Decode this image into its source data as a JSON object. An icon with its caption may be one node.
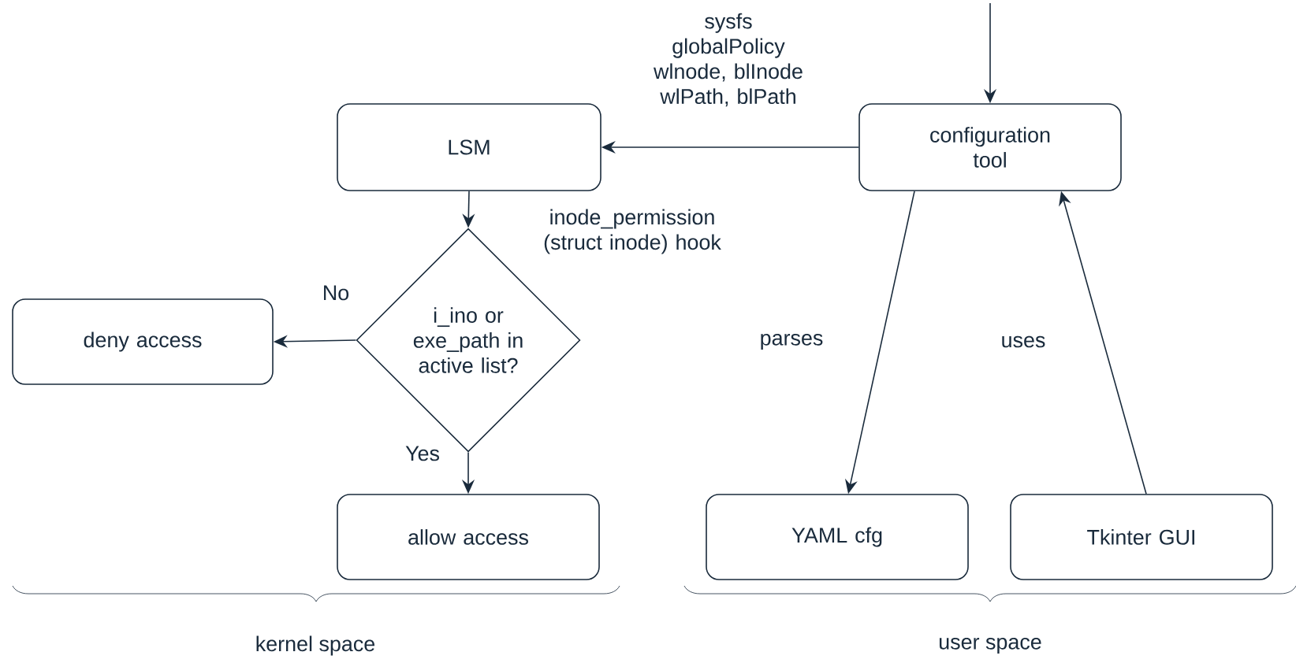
{
  "diagram": {
    "nodes": [
      {
        "text": [
          "LSM"
        ]
      },
      {
        "text": [
          "configuration tool"
        ]
      },
      {
        "text": [
          "i_ino or exe_path in active list?"
        ]
      },
      {
        "text": [
          "deny access"
        ]
      },
      {
        "text": [
          "allow access"
        ]
      },
      {
        "text": [
          "YAML cfg"
        ]
      },
      {
        "text": [
          "Tkinter GUI"
        ]
      }
    ],
    "edges": [
      {
        "from": null,
        "to": 1,
        "arrow": "to"
      },
      {
        "from": 1,
        "to": 0,
        "arrow": "to",
        "label": "sysfs globalPolicy wlnode, blInode wlPath, blPath"
      },
      {
        "from": 0,
        "to": 2,
        "arrow": "to",
        "label": "inode_permission (struct inode) hook"
      },
      {
        "from": 2,
        "to": 3,
        "arrow": "to",
        "label": "No"
      },
      {
        "from": 2,
        "to": 4,
        "arrow": "to",
        "label": "Yes"
      },
      {
        "from": 1,
        "to": 5,
        "arrow": "to",
        "label": "parses"
      },
      {
        "from": 6,
        "to": 1,
        "arrow": "to",
        "label": "uses"
      }
    ],
    "labels": [
      "kernel space",
      "user space"
    ]
  }
}
